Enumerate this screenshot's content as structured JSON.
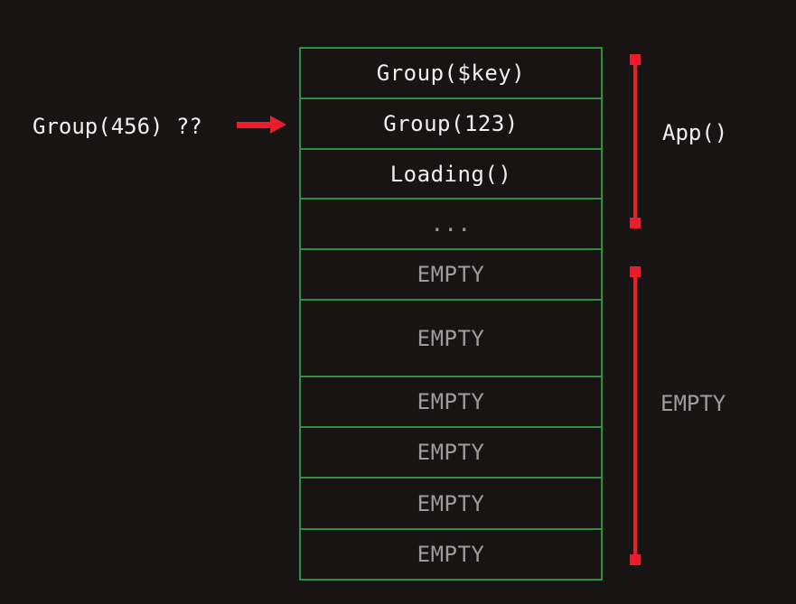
{
  "colors": {
    "bg": "#181414",
    "green": "#2d9041",
    "red": "#ec1c2b",
    "white": "#efefef",
    "gray": "#9d9b9b"
  },
  "stack": {
    "rows": [
      {
        "label": "Group($key)",
        "state": "occupied"
      },
      {
        "label": "Group(123)",
        "state": "occupied"
      },
      {
        "label": "Loading()",
        "state": "occupied"
      },
      {
        "label": "...",
        "state": "ellipsis"
      },
      {
        "label": "EMPTY",
        "state": "empty"
      },
      {
        "label": "EMPTY",
        "state": "empty"
      },
      {
        "label": "EMPTY",
        "state": "empty"
      },
      {
        "label": "EMPTY",
        "state": "empty"
      },
      {
        "label": "EMPTY",
        "state": "empty"
      },
      {
        "label": "EMPTY",
        "state": "empty"
      }
    ]
  },
  "annotations": {
    "pending_item": {
      "label": "Group(456) ??"
    },
    "brackets": [
      {
        "label": "App()",
        "covers": "rows 1-4"
      },
      {
        "label": "EMPTY",
        "covers": "rows 5-10"
      }
    ]
  }
}
